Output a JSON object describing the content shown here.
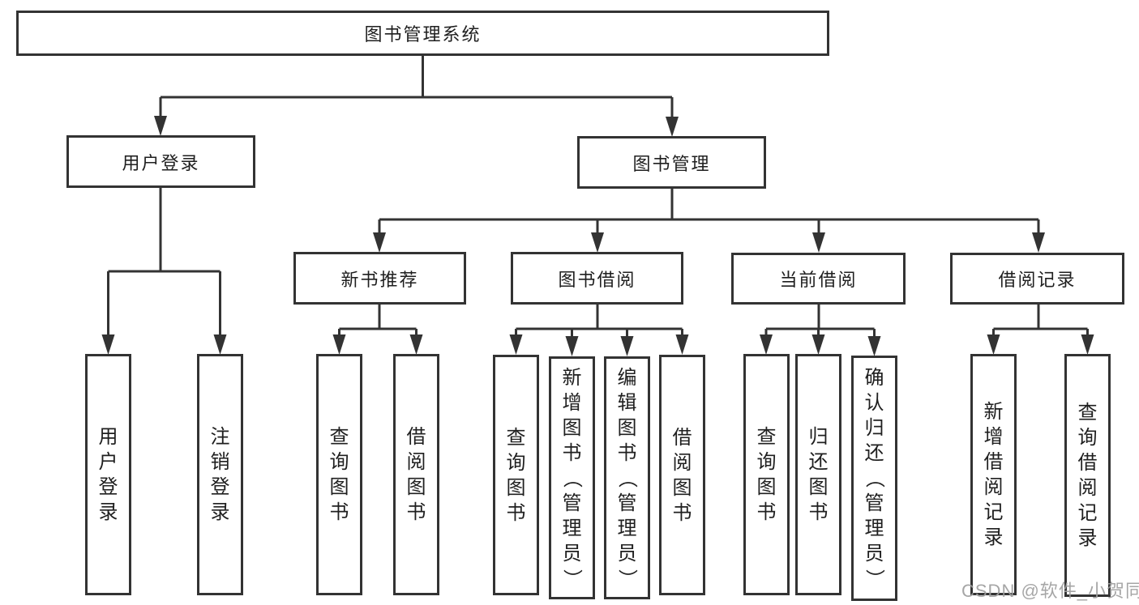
{
  "diagram": {
    "title": "图书管理系统",
    "watermark": "CSDN @软件_小贺同学",
    "colors": {
      "line": "#333333",
      "text": "#1f1f1f",
      "background": "#ffffff",
      "watermark": "#9e9e9e"
    },
    "tree": {
      "root": {
        "label": "图书管理系统"
      },
      "level2": [
        {
          "label": "用户登录",
          "parent": "图书管理系统"
        },
        {
          "label": "图书管理",
          "parent": "图书管理系统"
        }
      ],
      "level3": [
        {
          "label": "新书推荐",
          "parent": "图书管理"
        },
        {
          "label": "图书借阅",
          "parent": "图书管理"
        },
        {
          "label": "当前借阅",
          "parent": "图书管理"
        },
        {
          "label": "借阅记录",
          "parent": "图书管理"
        }
      ],
      "leaves": [
        {
          "label": "用户登录",
          "parent": "用户登录"
        },
        {
          "label": "注销登录",
          "parent": "用户登录"
        },
        {
          "label": "查询图书",
          "parent": "新书推荐"
        },
        {
          "label": "借阅图书",
          "parent": "新书推荐"
        },
        {
          "label": "查询图书",
          "parent": "图书借阅"
        },
        {
          "label": "新增图书（管理员）",
          "parent": "图书借阅"
        },
        {
          "label": "编辑图书（管理员）",
          "parent": "图书借阅"
        },
        {
          "label": "借阅图书",
          "parent": "图书借阅"
        },
        {
          "label": "查询图书",
          "parent": "当前借阅"
        },
        {
          "label": "归还图书",
          "parent": "当前借阅"
        },
        {
          "label": "确认归还（管理员）",
          "parent": "当前借阅"
        },
        {
          "label": "新增借阅记录",
          "parent": "借阅记录"
        },
        {
          "label": "查询借阅记录",
          "parent": "借阅记录"
        }
      ]
    }
  }
}
